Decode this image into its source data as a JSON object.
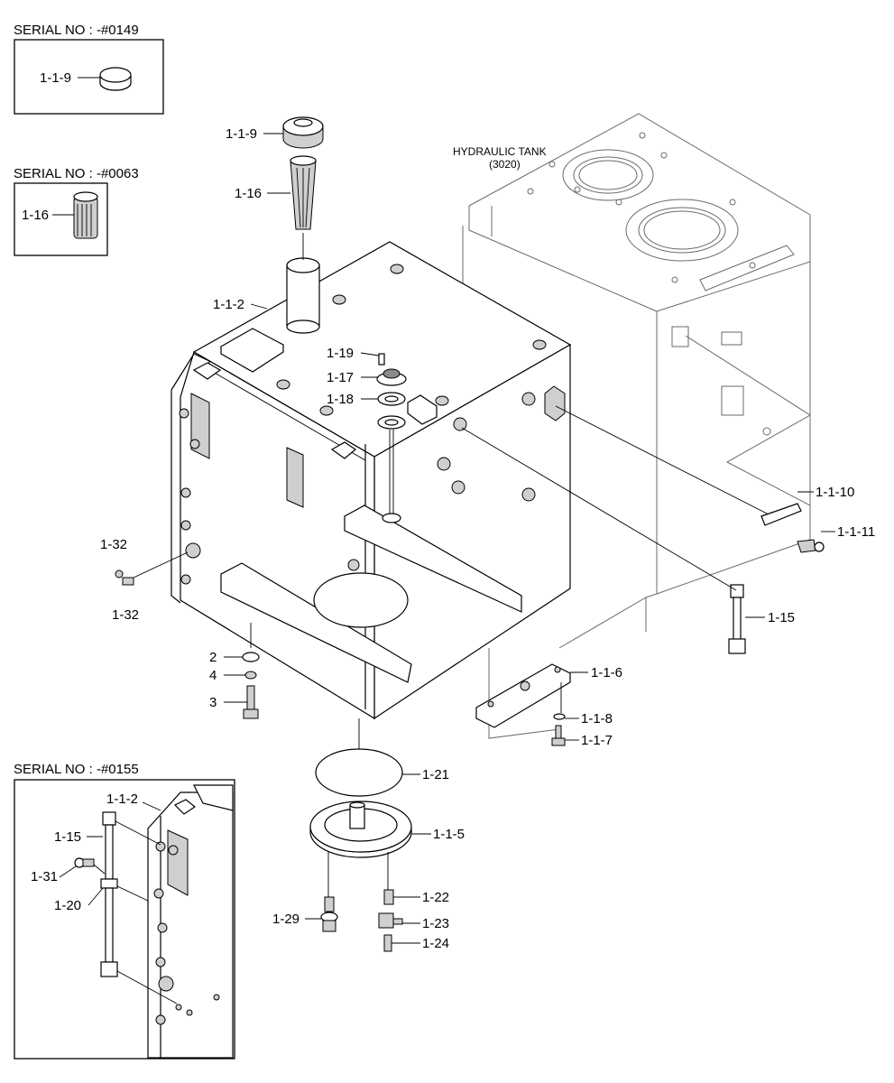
{
  "serial_notes": {
    "top": "SERIAL NO : -#0149",
    "middle": "SERIAL NO : -#0063",
    "bottom": "SERIAL NO : -#0155"
  },
  "tank_label": {
    "line1": "HYDRAULIC TANK",
    "line2": "(3020)"
  },
  "callouts": {
    "c_1_1_9_inset": "1-1-9",
    "c_1_16_inset": "1-16",
    "c_1_1_9": "1-1-9",
    "c_1_16": "1-16",
    "c_1_1_2": "1-1-2",
    "c_1_19": "1-19",
    "c_1_17": "1-17",
    "c_1_18": "1-18",
    "c_1_32_a": "1-32",
    "c_1_32_b": "1-32",
    "c_2": "2",
    "c_4": "4",
    "c_3": "3",
    "c_1_1_10": "1-1-10",
    "c_1_1_11": "1-1-11",
    "c_1_15": "1-15",
    "c_1_1_6": "1-1-6",
    "c_1_1_8": "1-1-8",
    "c_1_1_7": "1-1-7",
    "c_1_21": "1-21",
    "c_1_1_5": "1-1-5",
    "c_1_22": "1-22",
    "c_1_29": "1-29",
    "c_1_23": "1-23",
    "c_1_24": "1-24",
    "c_1_1_2_inset": "1-1-2",
    "c_1_15_inset": "1-15",
    "c_1_31_inset": "1-31",
    "c_1_20_inset": "1-20"
  }
}
